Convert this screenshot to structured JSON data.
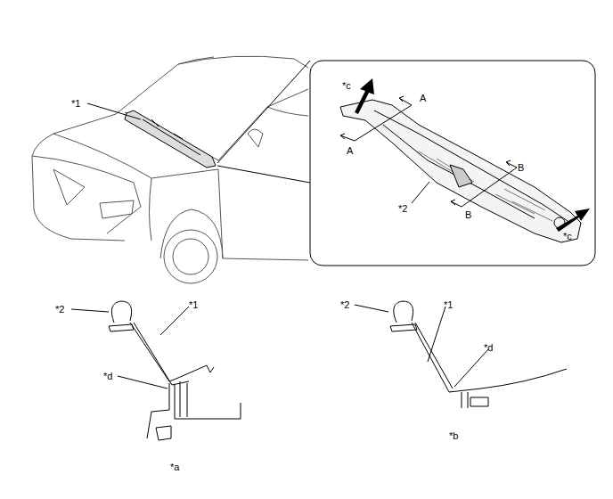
{
  "diagram": {
    "labels": [
      "*1",
      "*c",
      "A",
      "A",
      "B",
      "B",
      "*2",
      "*c",
      "*2",
      "*1",
      "*d",
      "*a",
      "*2",
      "*1",
      "*d",
      "*b"
    ]
  }
}
